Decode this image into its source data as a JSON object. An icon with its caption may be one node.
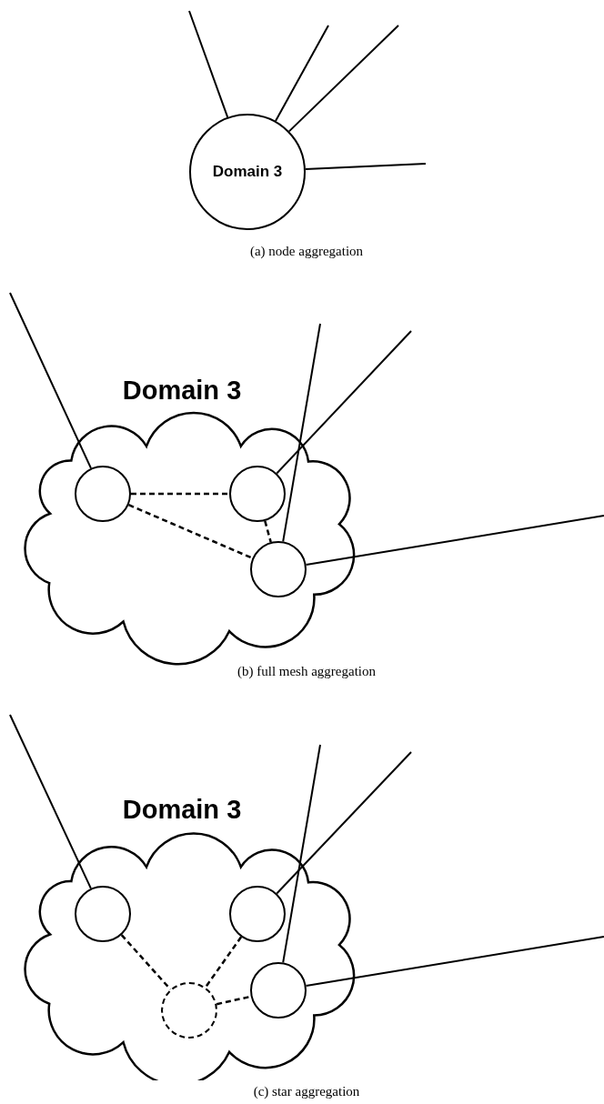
{
  "diagram": {
    "nodes": [
      {
        "text": [
          "Domain 3"
        ]
      },
      {
        "text": [
          "Domain 3"
        ]
      },
      {
        "text": [],
        "shape": "circle",
        "in": 1
      },
      {
        "text": [],
        "shape": "circle",
        "in": 1
      },
      {
        "text": [],
        "shape": "circle",
        "in": 1
      },
      {
        "text": [
          "Domain 3"
        ]
      },
      {
        "text": [],
        "shape": "circle",
        "in": 5
      },
      {
        "text": [],
        "shape": "circle",
        "in": 5
      },
      {
        "text": [],
        "shape": "circle",
        "in": 5
      },
      {
        "text": [],
        "shape": "circle",
        "in": 5
      }
    ],
    "edges": [
      {
        "from": 0,
        "to": null,
        "arrow": "none"
      },
      {
        "from": 0,
        "to": null,
        "arrow": "none"
      },
      {
        "from": 0,
        "to": null,
        "arrow": "none"
      },
      {
        "from": 0,
        "to": null,
        "arrow": "none"
      },
      {
        "from": 2,
        "to": 3,
        "arrow": "none",
        "style": "dashed"
      },
      {
        "from": 2,
        "to": 4,
        "arrow": "none",
        "style": "dashed"
      },
      {
        "from": 3,
        "to": 4,
        "arrow": "none",
        "style": "dashed"
      },
      {
        "from": 2,
        "to": null,
        "arrow": "none"
      },
      {
        "from": 3,
        "to": null,
        "arrow": "none"
      },
      {
        "from": 4,
        "to": null,
        "arrow": "none"
      },
      {
        "from": 4,
        "to": null,
        "arrow": "none"
      },
      {
        "from": 6,
        "to": 9,
        "arrow": "none",
        "style": "dashed"
      },
      {
        "from": 7,
        "to": 9,
        "arrow": "none",
        "style": "dashed"
      },
      {
        "from": 9,
        "to": 8,
        "arrow": "none",
        "style": "dashed"
      },
      {
        "from": 6,
        "to": null,
        "arrow": "none"
      },
      {
        "from": 7,
        "to": null,
        "arrow": "none"
      },
      {
        "from": 8,
        "to": null,
        "arrow": "none"
      },
      {
        "from": 8,
        "to": null,
        "arrow": "none"
      }
    ],
    "labels": [
      "(a) node aggregation",
      "(b) full mesh aggregation",
      "(c) star aggregation"
    ]
  }
}
